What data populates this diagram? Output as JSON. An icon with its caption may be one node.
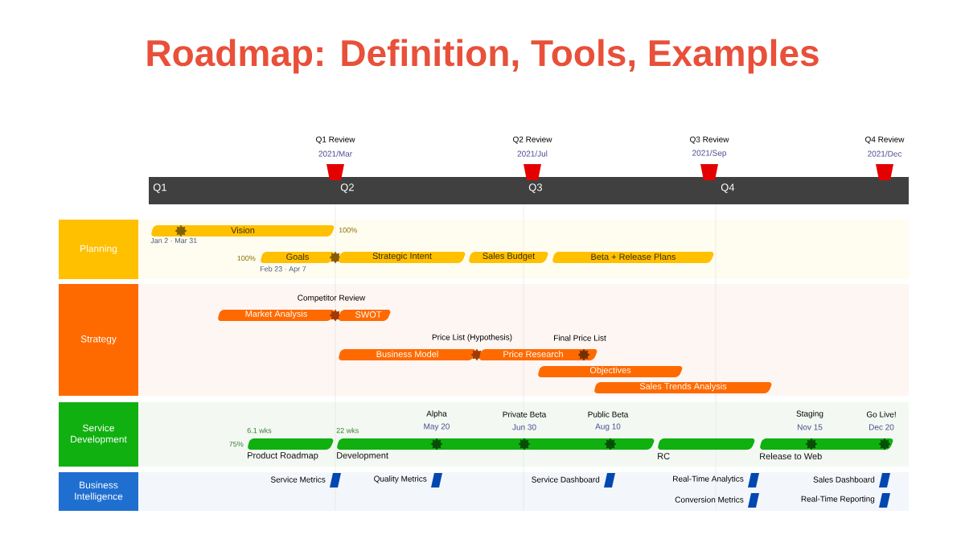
{
  "diagram": {
    "title": "Roadmap: Definition, Tools, Examples",
    "nodes": [
      {
        "text": [
          "Planning"
        ]
      },
      {
        "text": [
          "Strategy"
        ]
      },
      {
        "text": [
          "Service Development"
        ]
      },
      {
        "text": [
          "Business Intelligence"
        ]
      },
      {
        "text": [
          "Q1 Review",
          "2021/Mar"
        ]
      },
      {
        "text": [
          "Q2 Review",
          "2021/Jul"
        ]
      },
      {
        "text": [
          "Q3 Review",
          "2021/Sep"
        ]
      },
      {
        "text": [
          "Q4 Review",
          "2021/Dec"
        ]
      },
      {
        "text": [
          "Vision"
        ],
        "beside": [
          "100%",
          "Jan 2 · Mar 31"
        ]
      },
      {
        "text": [],
        "shape": "star",
        "in": 8
      },
      {
        "text": [
          "Goals"
        ],
        "beside": [
          "100%",
          "Feb 23 · Apr 7"
        ]
      },
      {
        "text": [],
        "shape": "star"
      },
      {
        "text": [
          "Strategic Intent"
        ]
      },
      {
        "text": [
          "Sales Budget"
        ]
      },
      {
        "text": [
          "Beta + Release Plans"
        ]
      },
      {
        "text": [
          "Market Analysis"
        ]
      },
      {
        "text": [
          "Competitor Review"
        ]
      },
      {
        "text": [
          "SWOT"
        ]
      },
      {
        "text": [
          "Business Model"
        ]
      },
      {
        "text": [
          "Price List (Hypothesis)"
        ]
      },
      {
        "text": [
          "Price Research"
        ]
      },
      {
        "text": [
          "Final Price List"
        ],
        "in": 20
      },
      {
        "text": [
          "Objectives"
        ]
      },
      {
        "text": [
          "Sales Trends Analysis"
        ]
      },
      {
        "text": [
          "Product Roadmap"
        ],
        "beside": [
          "6.1 wks",
          "75%"
        ]
      },
      {
        "text": [
          "Development"
        ],
        "beside": [
          "22 wks"
        ]
      },
      {
        "text": [
          "Alpha",
          "May 20"
        ],
        "in": 25
      },
      {
        "text": [
          "Private Beta",
          "Jun 30"
        ],
        "in": 25
      },
      {
        "text": [
          "Public Beta",
          "Aug 10"
        ],
        "in": 25
      },
      {
        "text": [
          "RC"
        ]
      },
      {
        "text": [
          "Release to Web"
        ]
      },
      {
        "text": [
          "Staging",
          "Nov 15"
        ],
        "in": 30
      },
      {
        "text": [
          "Go Live!",
          "Dec 20"
        ],
        "in": 30
      },
      {
        "text": [
          "Service Metrics"
        ]
      },
      {
        "text": [
          "Quality Metrics"
        ]
      },
      {
        "text": [
          "Service Dashboard"
        ]
      },
      {
        "text": [
          "Real-Time Analytics"
        ]
      },
      {
        "text": [
          "Conversion Metrics"
        ]
      },
      {
        "text": [
          "Sales Dashboard"
        ]
      },
      {
        "text": [
          "Real-Time Reporting"
        ]
      }
    ],
    "labels": [
      "Q1",
      "Q2",
      "Q3",
      "Q4"
    ]
  }
}
